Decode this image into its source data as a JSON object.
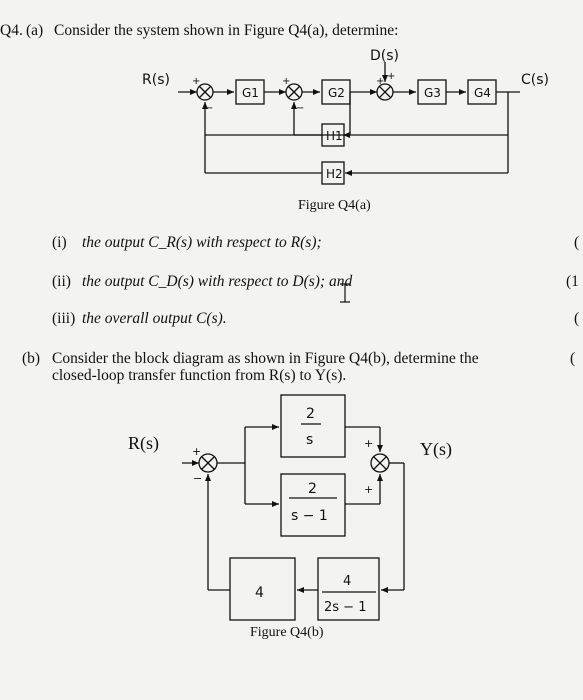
{
  "question_a": {
    "number": "Q4.",
    "part_label": "(a)",
    "prompt": "Consider the system shown in Figure Q4(a), determine:",
    "figure_caption": "Figure Q4(a)",
    "diagram": {
      "input": "R(s)",
      "disturbance": "D(s)",
      "output": "C(s)",
      "blocks": [
        "G1",
        "G2",
        "G3",
        "G4",
        "H1",
        "H2"
      ]
    },
    "items": [
      {
        "num": "(i)",
        "text": "the output C_R(s) with respect to R(s);",
        "mark": "("
      },
      {
        "num": "(ii)",
        "text": "the output C_D(s) with respect to D(s); and",
        "mark": "(1"
      },
      {
        "num": "(iii)",
        "text": "the overall output C(s).",
        "mark": "("
      }
    ]
  },
  "question_b": {
    "part_label": "(b)",
    "line1": "Consider the block diagram as shown in Figure Q4(b), determine the",
    "line2": "closed-loop transfer function from R(s) to Y(s).",
    "mark": "(",
    "figure_caption": "Figure Q4(b)",
    "diagram": {
      "input": "R(s)",
      "output": "Y(s)",
      "blocks": [
        {
          "num": "2",
          "den": "s"
        },
        {
          "num": "2",
          "den": "s − 1"
        },
        {
          "num": "4",
          "den": ""
        },
        {
          "num": "4",
          "den": "2s − 1"
        }
      ]
    }
  }
}
